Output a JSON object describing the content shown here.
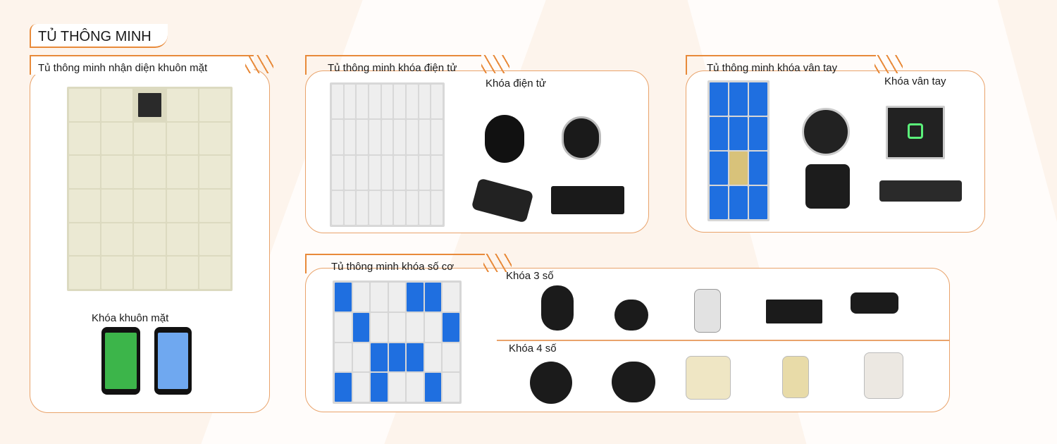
{
  "title": "TỦ THÔNG MINH",
  "colors": {
    "accent": "#e88a3a",
    "background": "#fdf4ec",
    "locker_blue": "#1f6fe0",
    "locker_beige": "#e8e6cf"
  },
  "cards": {
    "face": {
      "header": "Tủ thông minh nhận diện khuôn mặt",
      "sublabel": "Khóa khuôn mặt"
    },
    "electronic": {
      "header": "Tủ thông minh khóa điện tử",
      "sublabel": "Khóa điện tử"
    },
    "fingerprint": {
      "header": "Tủ thông minh khóa vân tay",
      "sublabel": "Khóa vân tay"
    },
    "combo": {
      "header": "Tủ thông minh khóa số cơ",
      "row1": "Khóa 3 số",
      "row2": "Khóa 4 số"
    }
  }
}
